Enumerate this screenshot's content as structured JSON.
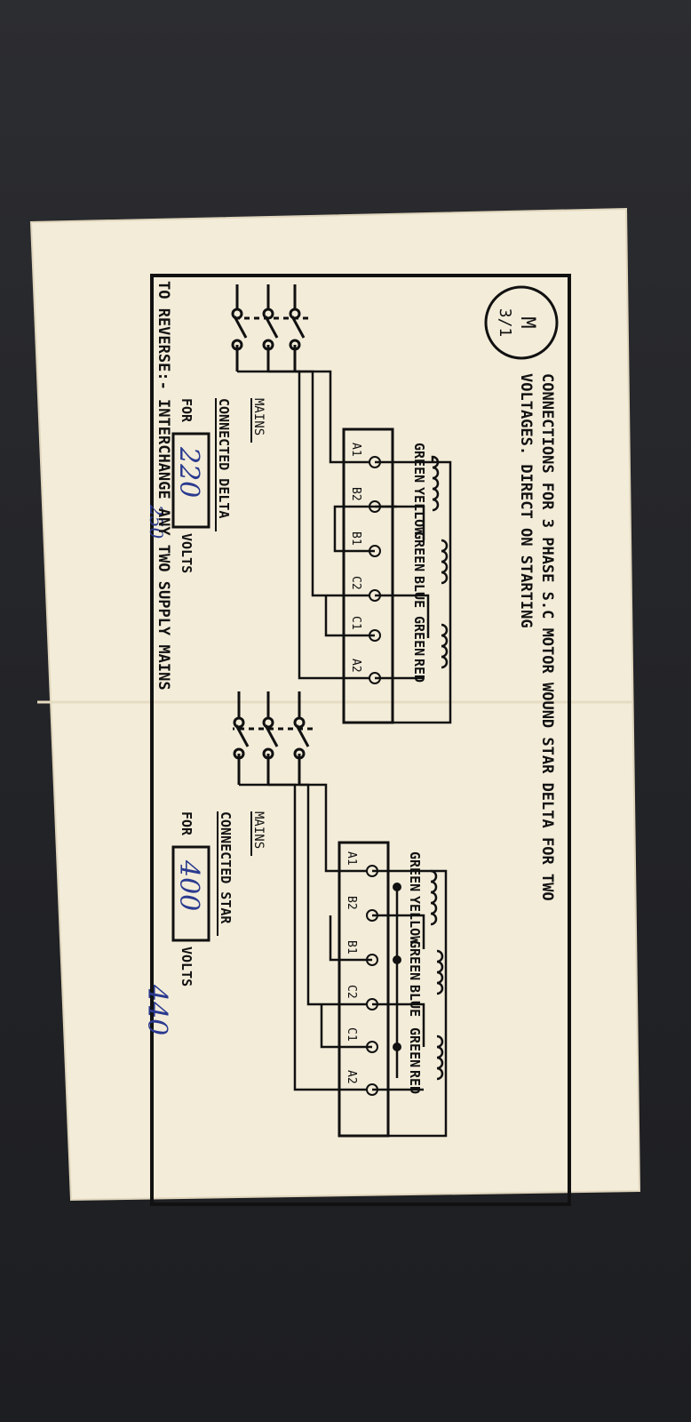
{
  "title": {
    "line1": "CONNECTIONS FOR 3 PHASE S.C MOTOR WOUND STAR DELTA FOR TWO",
    "line2": "VOLTAGES. DIRECT ON STARTING"
  },
  "badge": {
    "top": "M",
    "bottom": "3/1"
  },
  "delta": {
    "caption": "CONNECTED DELTA",
    "mains": "MAINS",
    "for": "FOR",
    "volts": "VOLTS",
    "value_handwritten": "220",
    "handwritten_note": "250",
    "terminals": [
      "A1",
      "B2",
      "B1",
      "C2",
      "C1",
      "A2"
    ],
    "coils": [
      "GREEN",
      "YELLOW",
      "GREEN",
      "BLUE",
      "GREEN",
      "RED"
    ]
  },
  "star": {
    "caption": "CONNECTED STAR",
    "mains": "MAINS",
    "for": "FOR",
    "volts": "VOLTS",
    "value_handwritten": "400",
    "handwritten_note": "440",
    "terminals": [
      "A1",
      "B2",
      "B1",
      "C2",
      "C1",
      "A2"
    ],
    "coils": [
      "GREEN",
      "YELLOW",
      "GREEN",
      "BLUE",
      "GREEN",
      "RED"
    ]
  },
  "footer": "TO REVERSE:- INTERCHANGE ANY TWO SUPPLY MAINS",
  "colors": {
    "paper": "#f3ecd9",
    "ink": "#111111",
    "pen": "#2a3a8f",
    "background": "#26272b"
  }
}
